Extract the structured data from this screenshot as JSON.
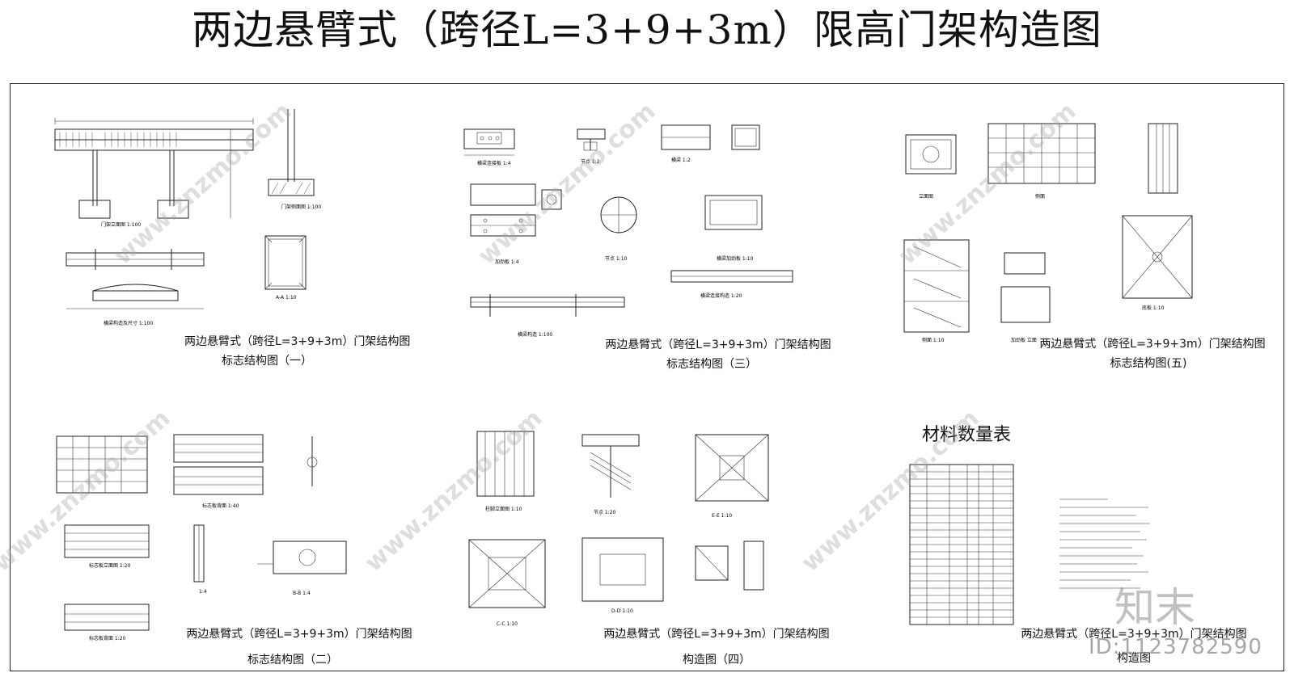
{
  "title": "两边悬臂式（跨径L=3+9+3m）限高门架构造图",
  "sheets": [
    {
      "caption": "两边悬臂式（跨径L=3+9+3m）门架结构图",
      "subtitle": "标志结构图（一）"
    },
    {
      "caption": "两边悬臂式（跨径L=3+9+3m）门架结构图",
      "subtitle": "标志结构图（三）"
    },
    {
      "caption": "两边悬臂式（跨径L=3+9+3m）门架结构图",
      "subtitle": "标志结构图(五)"
    },
    {
      "caption": "两边悬臂式（跨径L=3+9+3m）门架结构图",
      "subtitle": "标志结构图（二）"
    },
    {
      "caption": "两边悬臂式（跨径L=3+9+3m）门架结构图",
      "subtitle": "构造图（四）"
    },
    {
      "caption": "两边悬臂式（跨径L=3+9+3m）门架结构图",
      "subtitle": "构造图"
    }
  ],
  "labels": {
    "section_aa": "A-A 1:10",
    "section_bb": "B-B 1:4",
    "section_cc": "C-C 1:10",
    "section_dd": "D-D 1:10",
    "section_ee": "E-E 1:10"
  },
  "material_table_title": "材料数量表",
  "watermark": "www.znzmo.com",
  "logo_text": "知末",
  "image_id": "ID:1123782590"
}
